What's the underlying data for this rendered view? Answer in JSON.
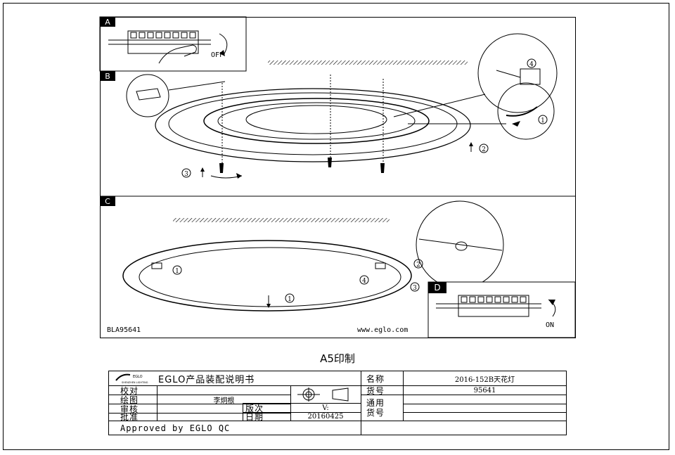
{
  "panels": {
    "a": {
      "letter": "A",
      "switch_label": "OFF"
    },
    "b": {
      "letter": "B",
      "steps": [
        "1",
        "2",
        "3",
        "4"
      ]
    },
    "c": {
      "letter": "C",
      "steps": [
        "1",
        "2",
        "3",
        "4"
      ],
      "bottom_step": "1"
    },
    "d": {
      "letter": "D",
      "switch_label": "ON"
    }
  },
  "footer": {
    "model_code": "BLA95641",
    "website": "www.eglo.com"
  },
  "print_title": "A5印制",
  "title_block": {
    "logo_text": "EGLO产品装配说明书",
    "logo_small": "SHENZHEN LIGHTING",
    "rows_left": [
      "校对",
      "绘图",
      "审核",
      "批准"
    ],
    "drafter": "李炯根",
    "version_label": "版次",
    "version_value": "V:",
    "date_label": "日期",
    "date_value": "20160425",
    "name_label": "名称",
    "name_value": "2016-152B天花灯",
    "item_label": "货号",
    "item_value": "95641",
    "general_label_1": "通用",
    "general_label_2": "货号",
    "approved": "Approved by EGLO QC"
  }
}
